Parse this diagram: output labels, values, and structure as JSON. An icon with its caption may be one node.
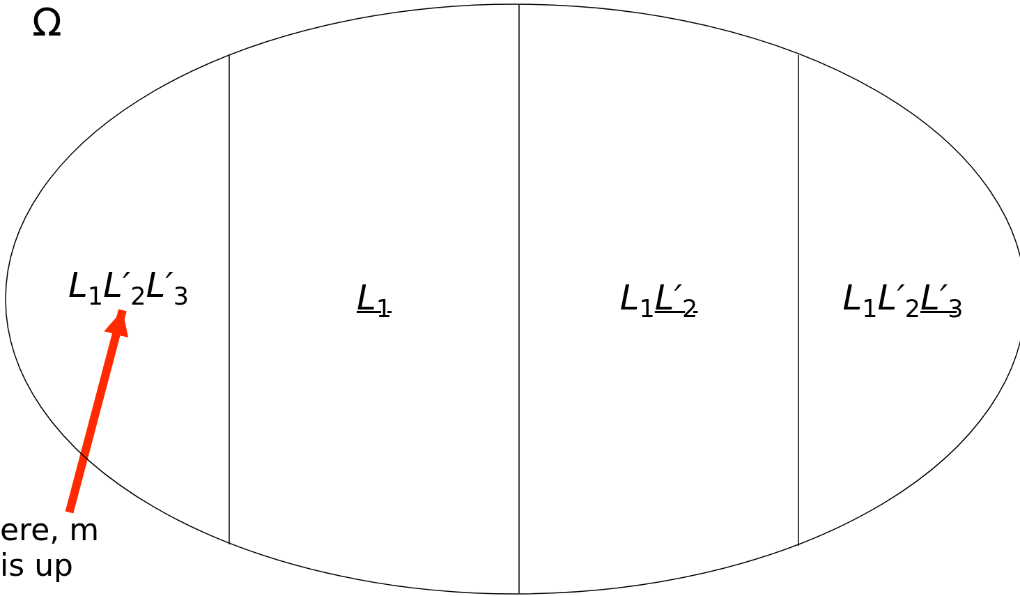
{
  "diagram": {
    "nodes": [
      {
        "text": [
          "Ω"
        ]
      },
      {
        "text": [
          "L$_{1}$L′$_{2}$L′$_{3}$"
        ],
        "in": 0
      },
      {
        "text": [
          "L$_{1}$"
        ],
        "in": 0
      },
      {
        "text": [
          "L$_{1}$",
          "L′$_{2}$"
        ],
        "in": 0
      },
      {
        "text": [
          "L$_{1}$L′$_{2}$",
          "L′$_{3}$"
        ],
        "in": 0
      },
      {
        "text": [
          "ere, m is up"
        ]
      }
    ],
    "edges": [
      {
        "from": 5,
        "to": 1,
        "arrow": "to",
        "color": "#ff2a00"
      }
    ]
  }
}
